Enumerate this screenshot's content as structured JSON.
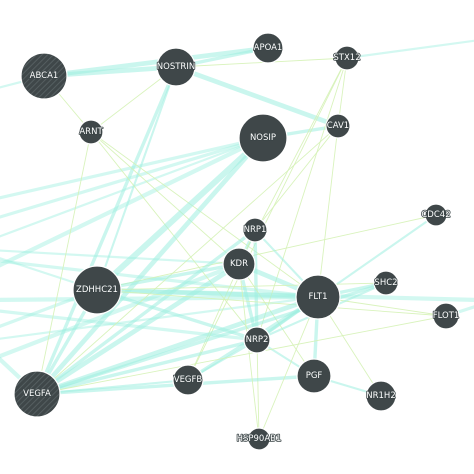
{
  "network": {
    "colors": {
      "node": "#3f4749",
      "node_highlight": "#4a5255",
      "edge_coexpression": "#9eefe0",
      "edge_colocalization": "#d5f2b6",
      "label": "#ffffff"
    },
    "nodes": [
      {
        "id": "ABCA1",
        "label": "ABCA1",
        "highlighted": true
      },
      {
        "id": "NOSTRIN",
        "label": "NOSTRIN",
        "highlighted": false
      },
      {
        "id": "APOA1",
        "label": "APOA1",
        "highlighted": false
      },
      {
        "id": "STX12",
        "label": "STX12",
        "highlighted": false
      },
      {
        "id": "ARNT",
        "label": "ARNT",
        "highlighted": false
      },
      {
        "id": "NOSIP",
        "label": "NOSIP",
        "highlighted": false
      },
      {
        "id": "CAV1",
        "label": "CAV1",
        "highlighted": false
      },
      {
        "id": "CDC42",
        "label": "CDC42",
        "highlighted": false
      },
      {
        "id": "NRP1",
        "label": "NRP1",
        "highlighted": false
      },
      {
        "id": "KDR",
        "label": "KDR",
        "highlighted": false
      },
      {
        "id": "ZDHHC21",
        "label": "ZDHHC21",
        "highlighted": false
      },
      {
        "id": "FLT1",
        "label": "FLT1",
        "highlighted": false
      },
      {
        "id": "SHC2",
        "label": "SHC2",
        "highlighted": false
      },
      {
        "id": "FLOT1",
        "label": "FLOT1",
        "highlighted": false
      },
      {
        "id": "NRP2",
        "label": "NRP2",
        "highlighted": false
      },
      {
        "id": "VEGFB",
        "label": "VEGFB",
        "highlighted": false
      },
      {
        "id": "PGF",
        "label": "PGF",
        "highlighted": false
      },
      {
        "id": "VEGFA",
        "label": "VEGFA",
        "highlighted": true
      },
      {
        "id": "NR1H2",
        "label": "NR1H2",
        "highlighted": false
      },
      {
        "id": "HSP90AB1",
        "label": "HSP90AB1",
        "highlighted": false
      }
    ],
    "edges": [
      {
        "source": "ABCA1",
        "target": "NOSTRIN",
        "type": "coexpression",
        "weight": 3
      },
      {
        "source": "ABCA1",
        "target": "APOA1",
        "type": "coexpression",
        "weight": 3
      },
      {
        "source": "NOSTRIN",
        "target": "APOA1",
        "type": "coexpression",
        "weight": 2
      },
      {
        "source": "NOSTRIN",
        "target": "STX12",
        "type": "colocalization",
        "weight": 1
      },
      {
        "source": "NOSTRIN",
        "target": "CAV1",
        "type": "coexpression",
        "weight": 3
      },
      {
        "source": "NOSTRIN",
        "target": "VEGFA",
        "type": "coexpression",
        "weight": 2
      },
      {
        "source": "NOSTRIN",
        "target": "ZDHHC21",
        "type": "coexpression",
        "weight": 1
      },
      {
        "source": "NOSTRIN",
        "target": "ARNT",
        "type": "colocalization",
        "weight": 1
      },
      {
        "source": "ABCA1",
        "target": "ARNT",
        "type": "colocalization",
        "weight": 1
      },
      {
        "source": "ARNT",
        "target": "VEGFA",
        "type": "colocalization",
        "weight": 1
      },
      {
        "source": "ARNT",
        "target": "FLT1",
        "type": "colocalization",
        "weight": 1
      },
      {
        "source": "ARNT",
        "target": "KDR",
        "type": "colocalization",
        "weight": 1
      },
      {
        "source": "ARNT",
        "target": "NRP2",
        "type": "colocalization",
        "weight": 1
      },
      {
        "source": "NOSIP",
        "target": "ZDHHC21",
        "type": "coexpression",
        "weight": 4
      },
      {
        "source": "NOSIP",
        "target": "VEGFA",
        "type": "coexpression",
        "weight": 3
      },
      {
        "source": "NOSIP",
        "target": "CAV1",
        "type": "coexpression",
        "weight": 2
      },
      {
        "source": "STX12",
        "target": "NRP2",
        "type": "colocalization",
        "weight": 1
      },
      {
        "source": "STX12",
        "target": "KDR",
        "type": "colocalization",
        "weight": 1
      },
      {
        "source": "STX12",
        "target": "VEGFB",
        "type": "colocalization",
        "weight": 1
      },
      {
        "source": "STX12",
        "target": "CAV1",
        "type": "colocalization",
        "weight": 1
      },
      {
        "source": "CAV1",
        "target": "NRP1",
        "type": "colocalization",
        "weight": 1
      },
      {
        "source": "CAV1",
        "target": "VEGFA",
        "type": "colocalization",
        "weight": 1
      },
      {
        "source": "CAV1",
        "target": "FLT1",
        "type": "colocalization",
        "weight": 1
      },
      {
        "source": "CDC42",
        "target": "ZDHHC21",
        "type": "colocalization",
        "weight": 1
      },
      {
        "source": "CDC42",
        "target": "NRP2",
        "type": "coexpression",
        "weight": 1
      },
      {
        "source": "NRP1",
        "target": "KDR",
        "type": "coexpression",
        "weight": 2
      },
      {
        "source": "NRP1",
        "target": "VEGFA",
        "type": "coexpression",
        "weight": 2
      },
      {
        "source": "NRP1",
        "target": "NRP2",
        "type": "coexpression",
        "weight": 2
      },
      {
        "source": "NRP1",
        "target": "FLT1",
        "type": "coexpression",
        "weight": 1
      },
      {
        "source": "NRP1",
        "target": "VEGFB",
        "type": "colocalization",
        "weight": 1
      },
      {
        "source": "KDR",
        "target": "FLT1",
        "type": "coexpression",
        "weight": 3
      },
      {
        "source": "KDR",
        "target": "VEGFA",
        "type": "coexpression",
        "weight": 3
      },
      {
        "source": "KDR",
        "target": "ZDHHC21",
        "type": "coexpression",
        "weight": 2
      },
      {
        "source": "KDR",
        "target": "NRP2",
        "type": "coexpression",
        "weight": 2
      },
      {
        "source": "KDR",
        "target": "PGF",
        "type": "colocalization",
        "weight": 1
      },
      {
        "source": "ZDHHC21",
        "target": "FLT1",
        "type": "coexpression",
        "weight": 3
      },
      {
        "source": "ZDHHC21",
        "target": "SHC2",
        "type": "colocalization",
        "weight": 1
      },
      {
        "source": "ZDHHC21",
        "target": "NRP2",
        "type": "coexpression",
        "weight": 2
      },
      {
        "source": "ZDHHC21",
        "target": "VEGFA",
        "type": "coexpression",
        "weight": 2
      },
      {
        "source": "ZDHHC21",
        "target": "FLOT1",
        "type": "colocalization",
        "weight": 1
      },
      {
        "source": "FLT1",
        "target": "SHC2",
        "type": "coexpression",
        "weight": 2
      },
      {
        "source": "FLT1",
        "target": "VEGFA",
        "type": "coexpression",
        "weight": 3
      },
      {
        "source": "FLT1",
        "target": "NRP2",
        "type": "coexpression",
        "weight": 2
      },
      {
        "source": "FLT1",
        "target": "PGF",
        "type": "coexpression",
        "weight": 2
      },
      {
        "source": "FLT1",
        "target": "VEGFB",
        "type": "coexpression",
        "weight": 2
      },
      {
        "source": "FLT1",
        "target": "NR1H2",
        "type": "colocalization",
        "weight": 1
      },
      {
        "source": "FLT1",
        "target": "FLOT1",
        "type": "colocalization",
        "weight": 1
      },
      {
        "source": "SHC2",
        "target": "NRP2",
        "type": "coexpression",
        "weight": 1
      },
      {
        "source": "SHC2",
        "target": "VEGFA",
        "type": "coexpression",
        "weight": 2
      },
      {
        "source": "NRP2",
        "target": "VEGFA",
        "type": "coexpression",
        "weight": 2
      },
      {
        "source": "NRP2",
        "target": "VEGFB",
        "type": "coexpression",
        "weight": 1
      },
      {
        "source": "NRP2",
        "target": "PGF",
        "type": "coexpression",
        "weight": 1
      },
      {
        "source": "NRP2",
        "target": "HSP90AB1",
        "type": "colocalization",
        "weight": 1
      },
      {
        "source": "VEGFB",
        "target": "VEGFA",
        "type": "coexpression",
        "weight": 1
      },
      {
        "source": "PGF",
        "target": "VEGFA",
        "type": "coexpression",
        "weight": 2
      },
      {
        "source": "PGF",
        "target": "NR1H2",
        "type": "coexpression",
        "weight": 1
      },
      {
        "source": "HSP90AB1",
        "target": "KDR",
        "type": "colocalization",
        "weight": 1
      },
      {
        "source": "HSP90AB1",
        "target": "FLT1",
        "type": "colocalization",
        "weight": 1
      },
      {
        "source": "VEGFA",
        "target": "FLOT1",
        "type": "colocalization",
        "weight": 1
      }
    ]
  }
}
